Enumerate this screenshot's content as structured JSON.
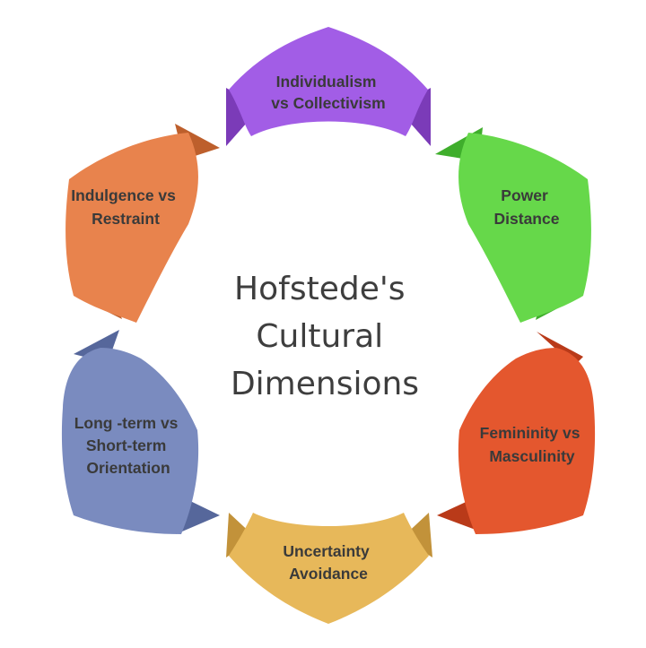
{
  "center_title": {
    "line1": "Hofstede's",
    "line2": "Cultural",
    "line3": "Dimensions"
  },
  "dimensions": [
    {
      "line1": "Individualism",
      "line2": "vs Collectivism",
      "line3": "",
      "color": "#a25de6",
      "fold_color": "#7b3bb8"
    },
    {
      "line1": "Power",
      "line2": "Distance",
      "line3": "",
      "color": "#66d84a",
      "fold_color": "#3fae2c"
    },
    {
      "line1": "Femininity vs",
      "line2": "Masculinity",
      "line3": "",
      "color": "#e4572e",
      "fold_color": "#b93a19"
    },
    {
      "line1": "Uncertainty",
      "line2": "Avoidance",
      "line3": "",
      "color": "#e7b85a",
      "fold_color": "#c2923a"
    },
    {
      "line1": "Long -term vs",
      "line2": "Short-term",
      "line3": "Orientation",
      "color": "#7a8bbf",
      "fold_color": "#56679b"
    },
    {
      "line1": "Indulgence vs",
      "line2": "Restraint",
      "line3": "",
      "color": "#e8834d",
      "fold_color": "#bd5f2c"
    }
  ]
}
